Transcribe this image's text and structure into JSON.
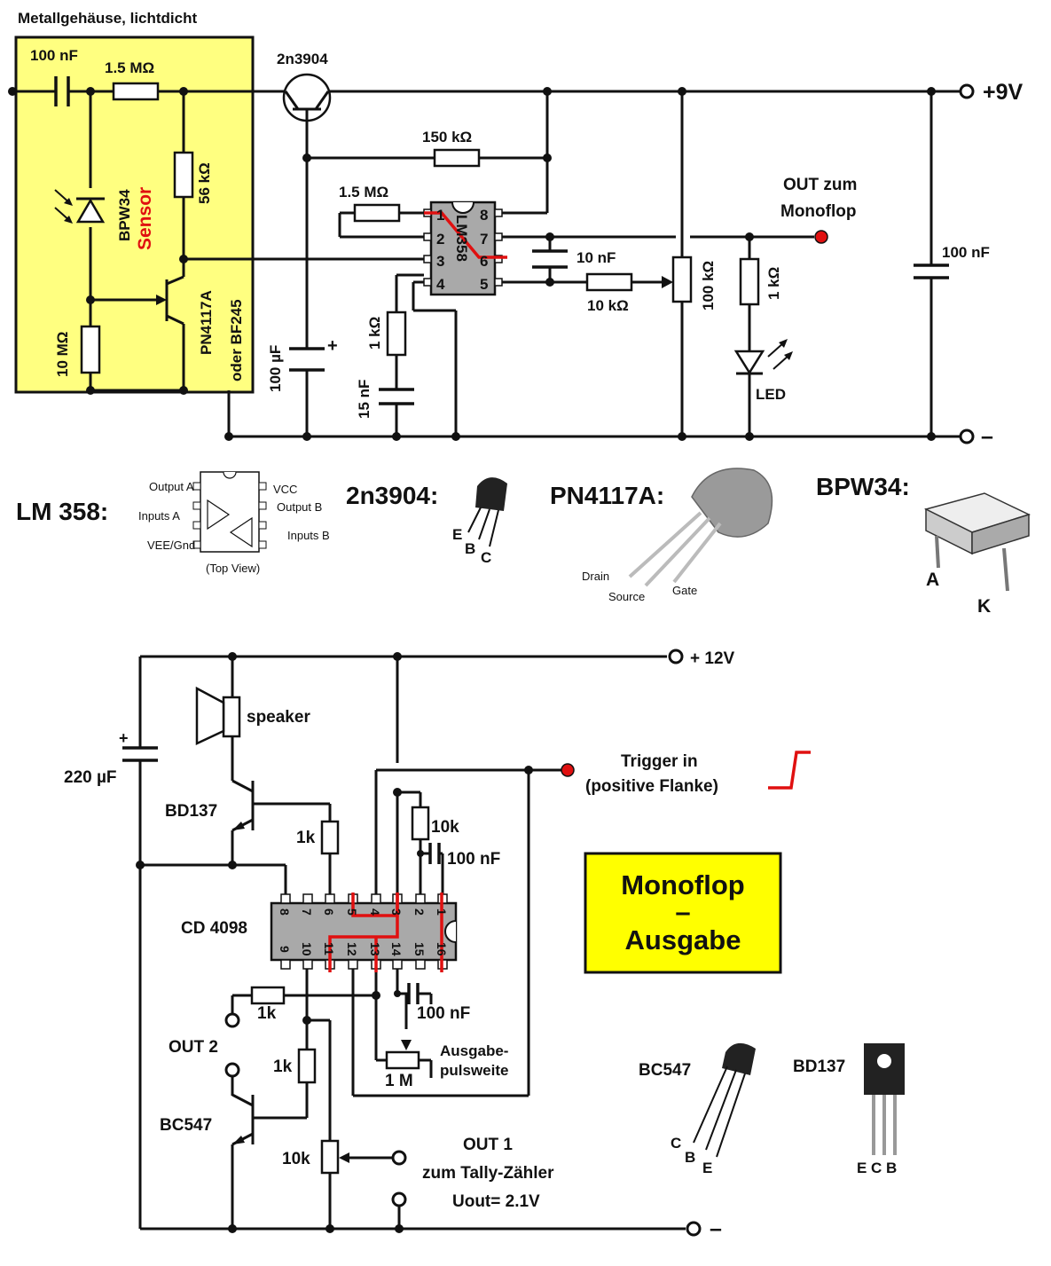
{
  "top": {
    "housing_label": "Metallgehäuse, lichtdicht",
    "c_in": "100 nF",
    "r_in": "1.5 MΩ",
    "r_56k": "56 kΩ",
    "r_10m": "10 MΩ",
    "sensor_part": "BPW34",
    "sensor_word": "Sensor",
    "fet_part": "PN4117A",
    "fet_alt": "oder BF245",
    "npn_part": "2n3904",
    "r_150k": "150 kΩ",
    "r_fb": "1.5 MΩ",
    "opamp": "LM358",
    "pins_left": [
      "1",
      "2",
      "3",
      "4"
    ],
    "pins_right": [
      "8",
      "7",
      "6",
      "5"
    ],
    "c_10n": "10 nF",
    "r_10k": "10 kΩ",
    "pot_100k": "100 kΩ",
    "r_1k_led": "1 kΩ",
    "led": "LED",
    "out_label_1": "OUT zum",
    "out_label_2": "Monoflop",
    "c_100u": "100 µF",
    "r_1k": "1 kΩ",
    "c_15n": "15 nF",
    "c_100n_right": "100 nF",
    "vplus": "+9V",
    "vminus": "–"
  },
  "parts": {
    "lm358_title": "LM 358:",
    "lm358_pins": {
      "output_a": "Output A",
      "inputs_a": "Inputs A",
      "vee": "VEE/Gnd",
      "vcc": "VCC",
      "output_b": "Output B",
      "inputs_b": "Inputs B",
      "top_view": "(Top View)"
    },
    "npn_title": "2n3904:",
    "npn_pins": [
      "E",
      "B",
      "C"
    ],
    "fet_title": "PN4117A:",
    "fet_pins": [
      "Drain",
      "Source",
      "Gate"
    ],
    "diode_title": "BPW34:",
    "diode_pins": [
      "A",
      "K"
    ]
  },
  "bottom": {
    "vplus": "+ 12V",
    "speaker": "speaker",
    "c_220u": "220 µF",
    "bd137": "BD137",
    "r_1k_a": "1k",
    "r_10k": "10k",
    "c_100n_a": "100 nF",
    "trigger_1": "Trigger in",
    "trigger_2": "(positive Flanke)",
    "ic": "CD 4098",
    "ic_pins_top": [
      "8",
      "7",
      "6",
      "5",
      "4",
      "3",
      "2",
      "1"
    ],
    "ic_pins_bottom": [
      "9",
      "10",
      "11",
      "12",
      "13",
      "14",
      "15",
      "16"
    ],
    "c_100n_b": "100 nF",
    "r_1k_b": "1k",
    "out2": "OUT 2",
    "r_1k_c": "1k",
    "bc547": "BC547",
    "pot_1m": "1 M",
    "pw_1": "Ausgabe-",
    "pw_2": "pulsweite",
    "pot_10k": "10k",
    "out1_1": "OUT 1",
    "out1_2": "zum Tally-Zähler",
    "uout": "Uout= 2.1V",
    "vminus": "–",
    "box_1": "Monoflop",
    "box_2": "–",
    "box_3": "Ausgabe",
    "bc547_part": "BC547",
    "bc547_pins": [
      "C",
      "B",
      "E"
    ],
    "bd137_part": "BD137",
    "bd137_pins": "E C B"
  }
}
